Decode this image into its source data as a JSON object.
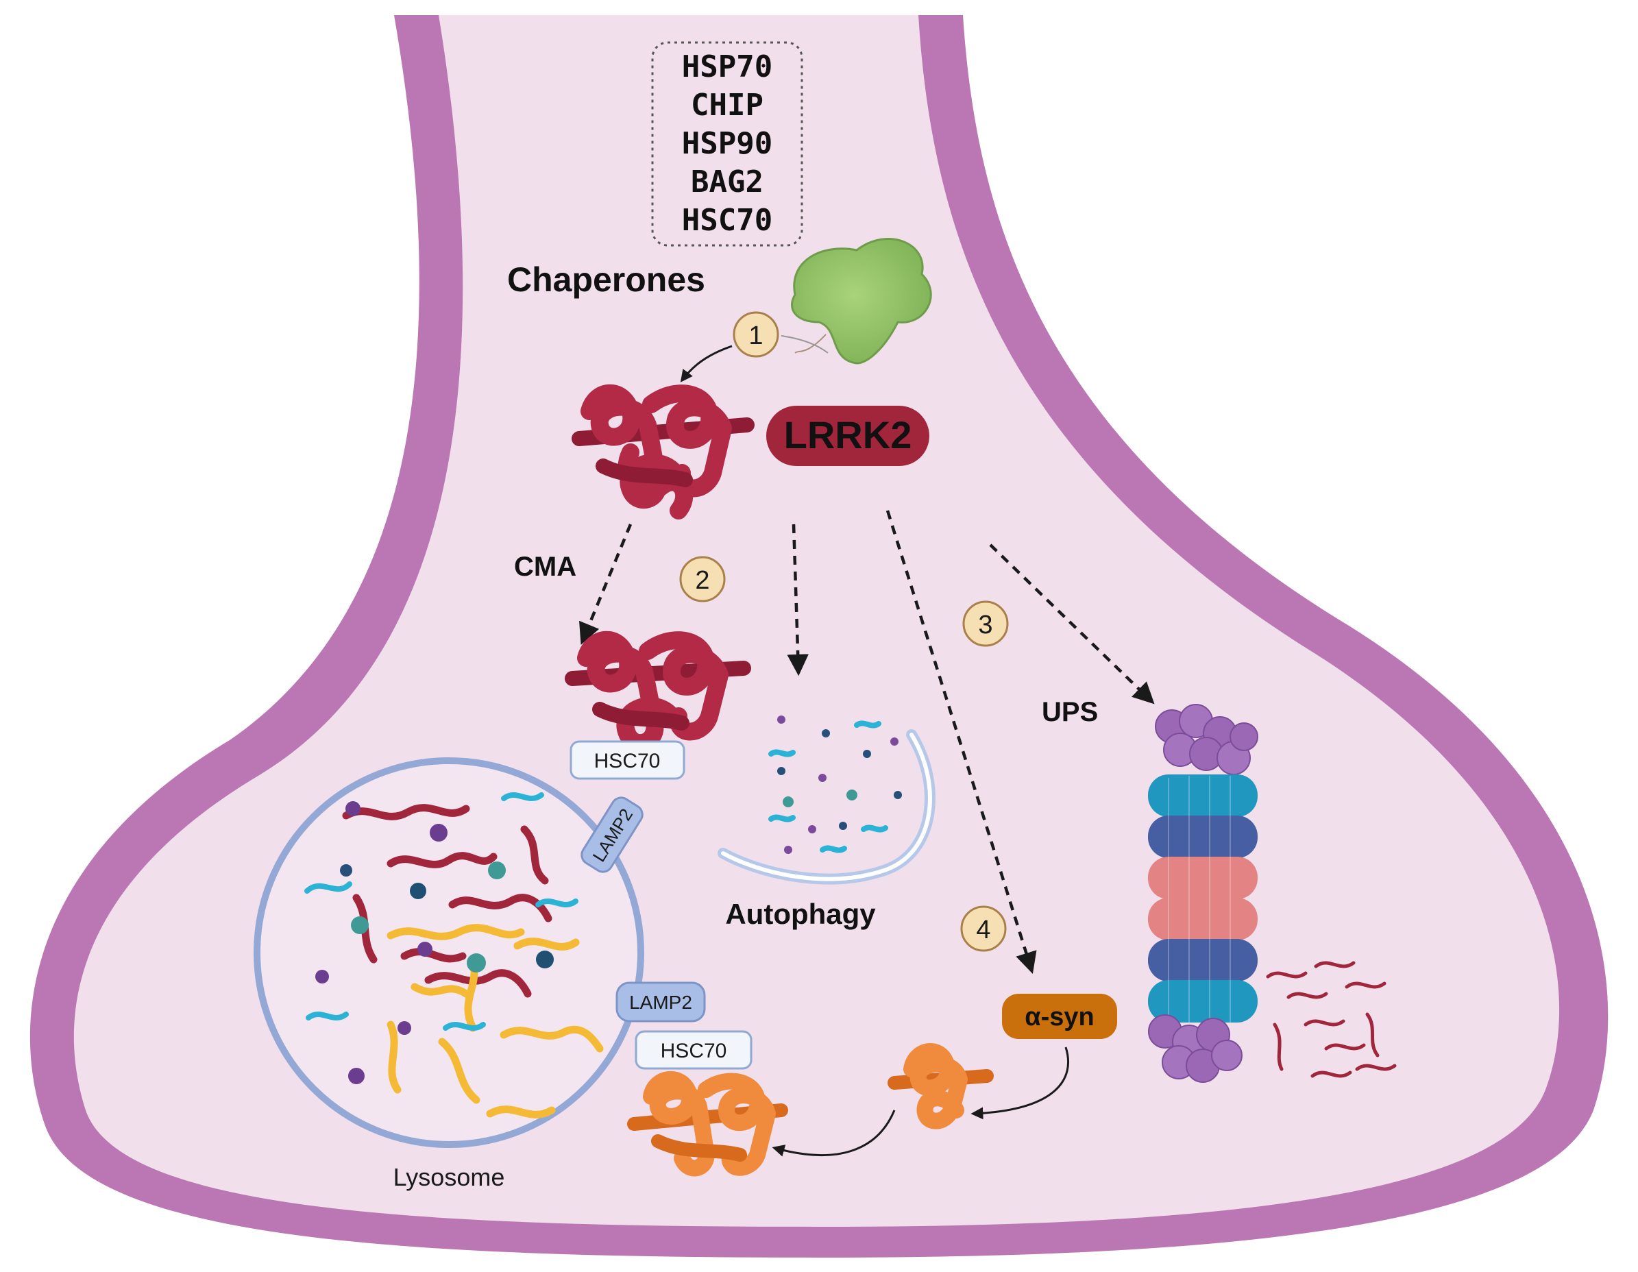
{
  "chaperone_list": [
    "HSP70",
    "CHIP",
    "HSP90",
    "BAG2",
    "HSC70"
  ],
  "labels": {
    "chaperones": "Chaperones",
    "lrrk2": "LRRK2",
    "cma": "CMA",
    "ups": "UPS",
    "autophagy": "Autophagy",
    "lysosome": "Lysosome",
    "alpha_syn": "α-syn",
    "hsc70_top": "HSC70",
    "hsc70_bottom": "HSC70",
    "lamp2_top": "LAMP2",
    "lamp2_bottom": "LAMP2"
  },
  "steps": [
    "1",
    "2",
    "3",
    "4"
  ],
  "colors": {
    "membrane": "#bb77b3",
    "cytoplasm": "#f1dfec",
    "lrrk2_badge": "#a1263c",
    "alpha_syn_badge": "#c9700c",
    "lysosome_ring": "#94a8d6",
    "chaperone_blob": "#93c46a",
    "step_badge": "#f7dfb4"
  }
}
